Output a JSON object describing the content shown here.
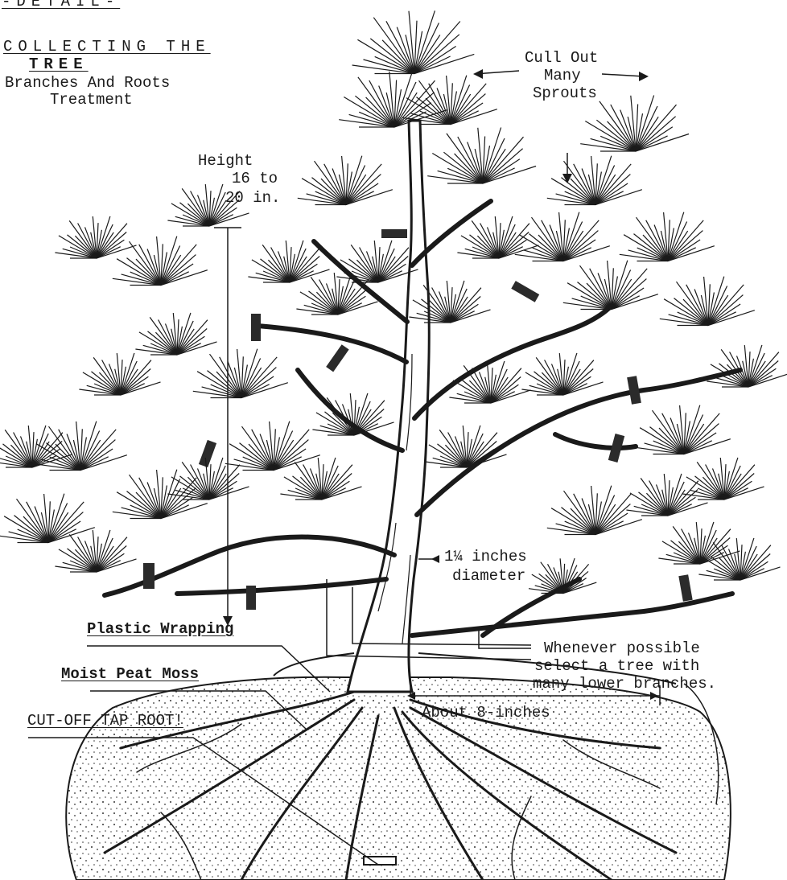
{
  "header": {
    "page_tag": "-DETAIL-",
    "title_line1": "COLLECTING THE",
    "title_line2": "TREE",
    "subtitle_line1": "Branches And Roots",
    "subtitle_line2": "Treatment"
  },
  "annotations": {
    "cull_line1": "Cull Out",
    "cull_line2": "Many",
    "cull_line3": "Sprouts",
    "height_line1": "Height",
    "height_line2": "16 to",
    "height_line3": "20 in.",
    "diameter_line1": "1¼ inches",
    "diameter_line2": "diameter",
    "select_line1": "Whenever possible",
    "select_line2": "select a tree with",
    "select_line3": "many lower branches.",
    "about_8": "About 8-inches",
    "plastic": "Plastic Wrapping",
    "peat": "Moist Peat Moss",
    "taproot": "CUT-OFF TAP ROOT!"
  },
  "colors": {
    "ink": "#1a1a1a",
    "paper": "#ffffff",
    "tape": "#2b2b2b"
  }
}
